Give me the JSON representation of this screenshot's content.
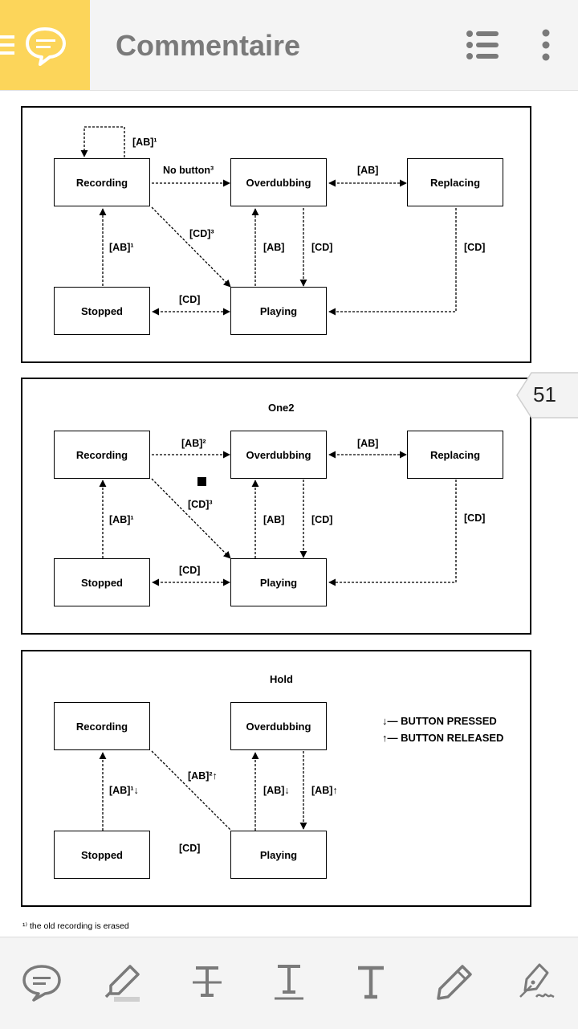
{
  "header": {
    "title": "Commentaire",
    "mode_icon": "comment-icon",
    "list_icon": "list-icon",
    "more_icon": "more-vertical-icon",
    "accent": "#fcd55a"
  },
  "page_number": "51",
  "diagrams": [
    {
      "title": "",
      "nodes": {
        "recording": "Recording",
        "overdubbing": "Overdubbing",
        "replacing": "Replacing",
        "stopped": "Stopped",
        "playing": "Playing"
      },
      "labels": {
        "self_loop": "[AB]¹",
        "rec_to_over": "No button³",
        "over_repl": "[AB]",
        "rec_play": "[CD]³",
        "stop_rec": "[AB]¹",
        "play_over": "[AB]",
        "over_play": "[CD]",
        "repl_play": "[CD]",
        "stop_play": "[CD]"
      }
    },
    {
      "title": "One2",
      "nodes": {
        "recording": "Recording",
        "overdubbing": "Overdubbing",
        "replacing": "Replacing",
        "stopped": "Stopped",
        "playing": "Playing"
      },
      "labels": {
        "rec_to_over": "[AB]²",
        "over_repl": "[AB]",
        "rec_play": "[CD]³",
        "stop_rec": "[AB]¹",
        "play_over": "[AB]",
        "over_play": "[CD]",
        "repl_play": "[CD]",
        "stop_play": "[CD]"
      }
    },
    {
      "title": "Hold",
      "nodes": {
        "recording": "Recording",
        "overdubbing": "Overdubbing",
        "stopped": "Stopped",
        "playing": "Playing"
      },
      "labels": {
        "rec_play": "[AB]²↑",
        "stop_rec": "[AB]¹↓",
        "play_over": "[AB]↓",
        "over_play": "[AB]↑",
        "stop_play": "[CD]"
      },
      "legend": {
        "pressed": "BUTTON PRESSED",
        "released": "BUTTON RELEASED",
        "pressed_arrow": "↓—",
        "released_arrow": "↑—"
      }
    }
  ],
  "footnote": "¹⁾ the old recording is erased",
  "toolbar": [
    {
      "name": "comment-tool",
      "icon": "speech-bubble-icon"
    },
    {
      "name": "highlight-tool",
      "icon": "highlighter-icon"
    },
    {
      "name": "strikethrough-tool",
      "icon": "strikethrough-t-icon"
    },
    {
      "name": "underline-tool",
      "icon": "underline-t-icon"
    },
    {
      "name": "text-tool",
      "icon": "text-t-icon"
    },
    {
      "name": "pencil-tool",
      "icon": "pencil-icon"
    },
    {
      "name": "signature-tool",
      "icon": "signature-pen-icon"
    }
  ]
}
